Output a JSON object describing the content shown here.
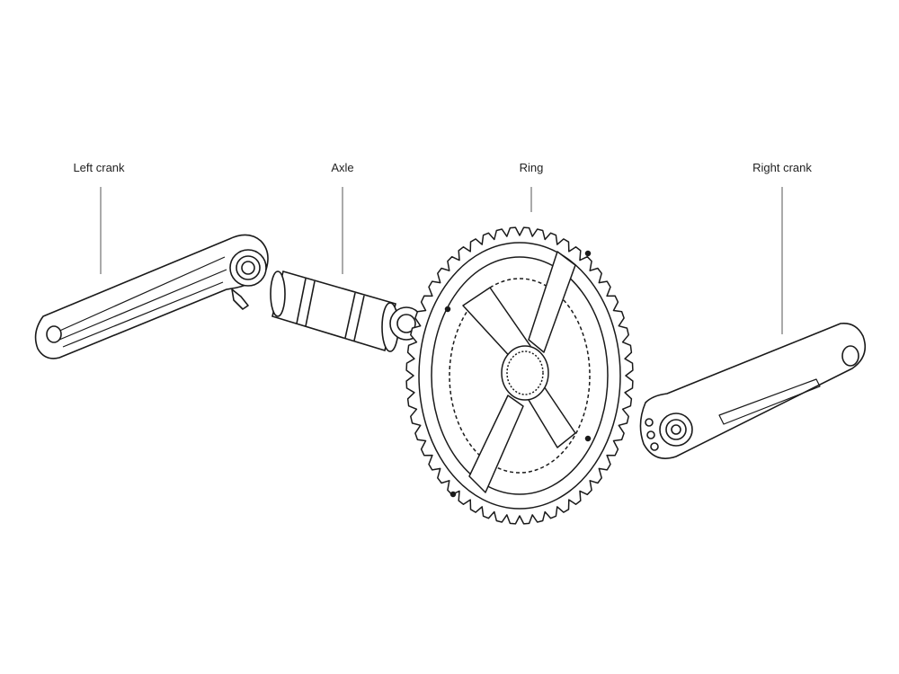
{
  "diagram": {
    "labels": {
      "left_crank": "Left crank",
      "axle": "Axle",
      "ring": "Ring",
      "right_crank": "Right crank"
    },
    "colors": {
      "line": "#1a1a1a",
      "fill": "#ffffff",
      "leader": "#555555"
    }
  }
}
